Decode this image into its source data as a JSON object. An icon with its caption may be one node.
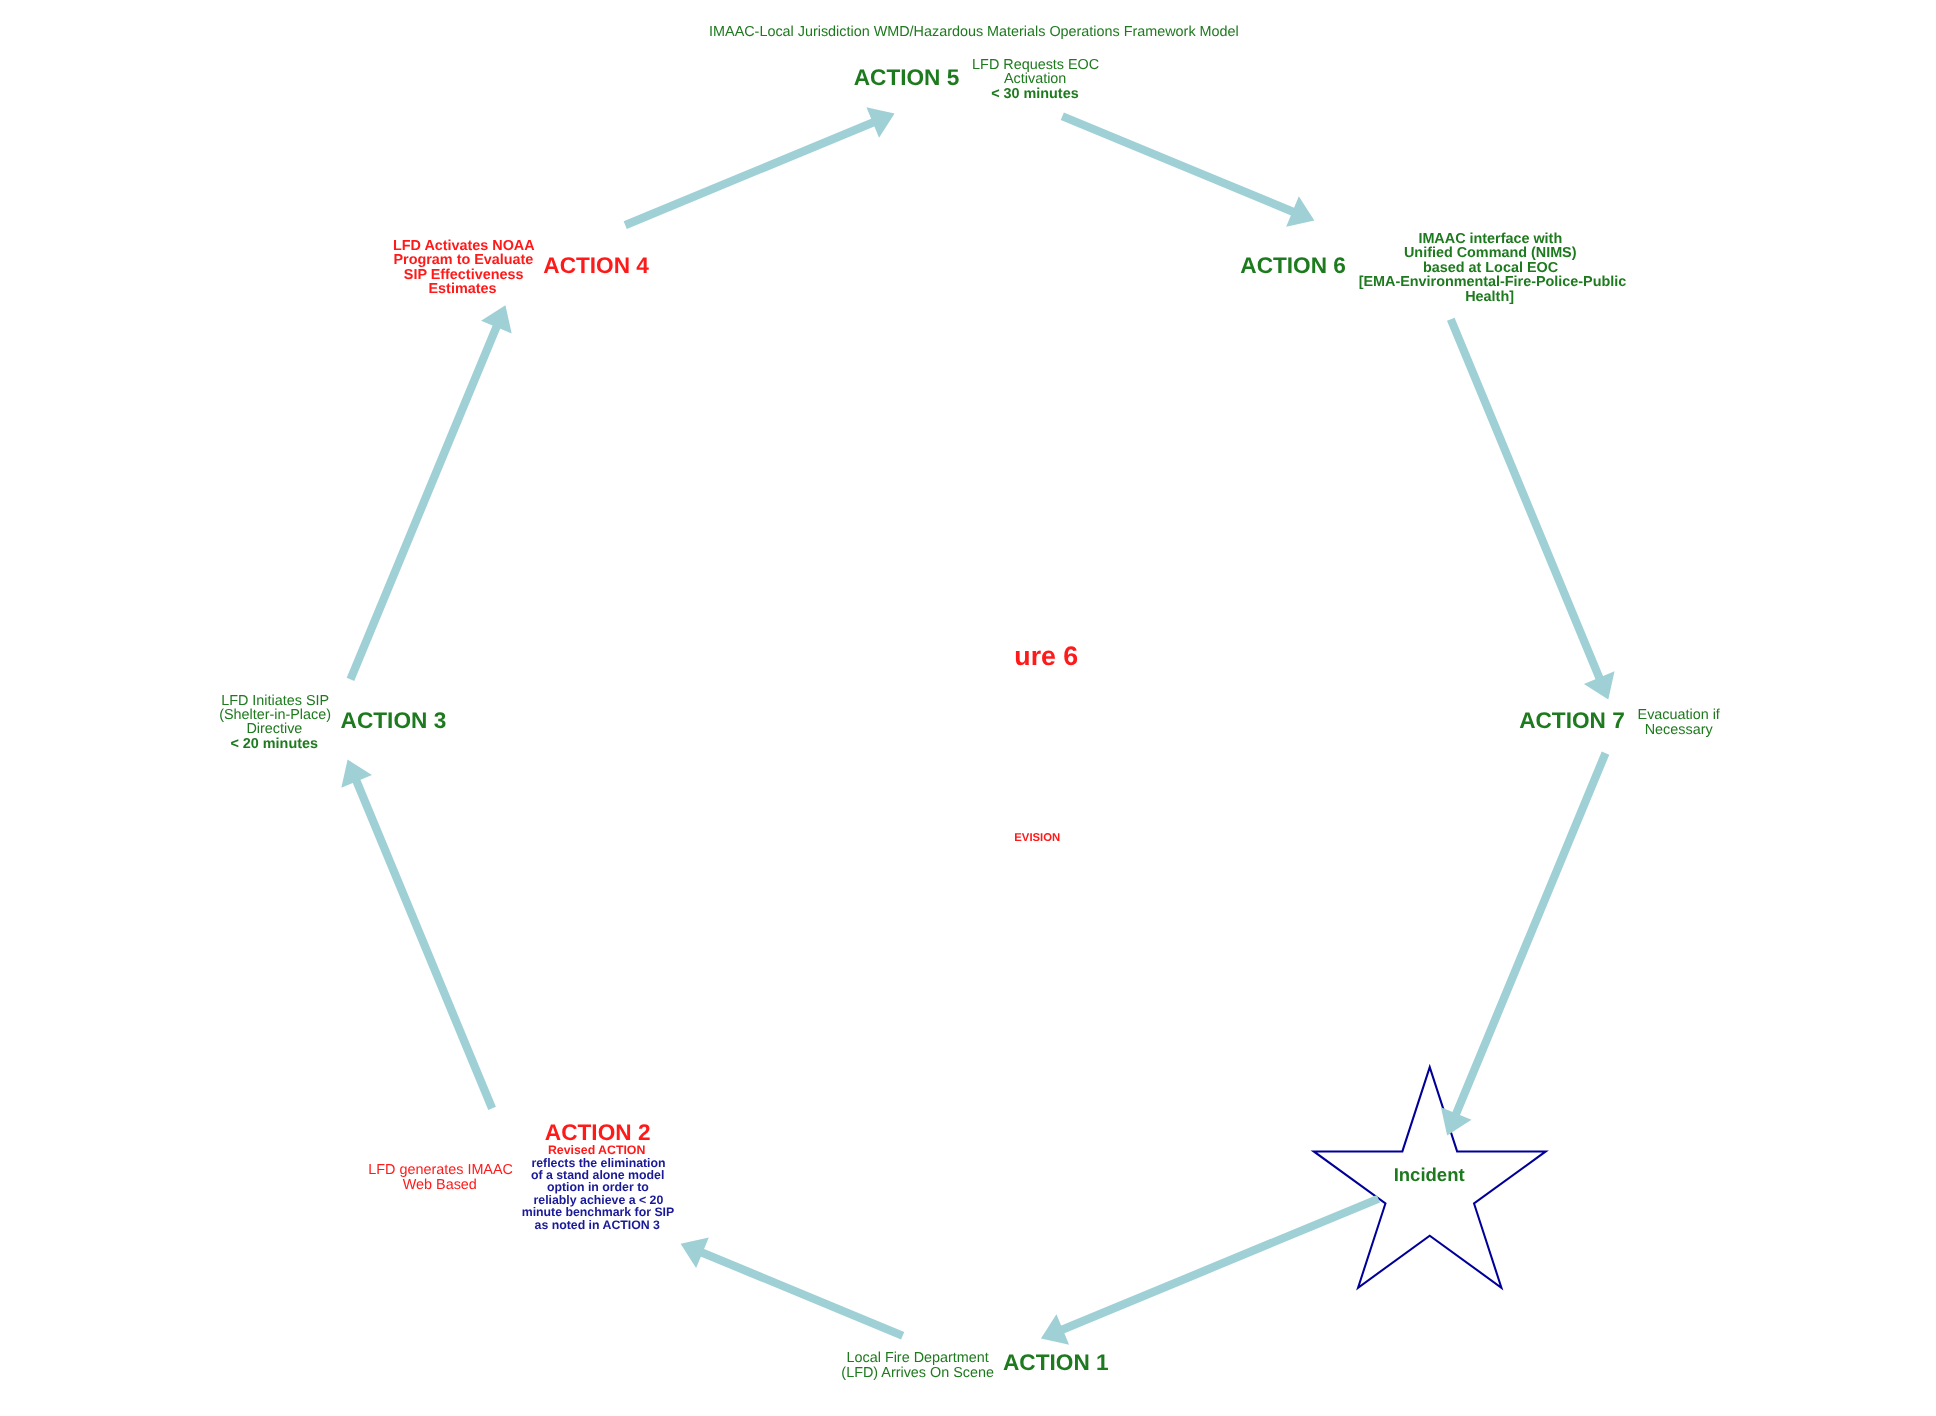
{
  "diagram": {
    "title": "IMAAC-Local Jurisdiction WMD/Hazardous Materials Operations Framework Model",
    "nodes": [
      {
        "text": [
          "Incident"
        ]
      },
      {
        "text": [
          "Local Fire Department (LFD) Arrives On Scene"
        ],
        "beside": [
          "ACTION 1"
        ]
      },
      {
        "text": [
          "LFD generates IMAAC Web Based"
        ],
        "beside": [
          "ACTION 2",
          "Revised ACTION",
          "reflects the elimination of a stand alone model option in order to reliably achieve a < 20 minute benchmark for SIP as noted in ACTION 3"
        ]
      },
      {
        "text": [
          "LFD Initiates SIP (Shelter-in-Place) Directive",
          "< 20 minutes"
        ],
        "beside": [
          "ACTION 3"
        ]
      },
      {
        "text": [
          "LFD Activates NOAA Program to Evaluate SIP Effectiveness Estimates"
        ],
        "beside": [
          "ACTION 4"
        ]
      },
      {
        "text": [
          "LFD Requests EOC Activation",
          "< 30 minutes"
        ],
        "beside": [
          "ACTION 5"
        ]
      },
      {
        "text": [
          "IMAAC interface with Unified Command (NIMS) based at Local EOC [EMA-Environmental-Fire-Police-Public Health]"
        ],
        "beside": [
          "ACTION 6"
        ]
      },
      {
        "text": [
          "Evacuation if Necessary"
        ],
        "beside": [
          "ACTION 7"
        ]
      }
    ],
    "edges": [
      {
        "from": 0,
        "to": 1,
        "arrow": "to"
      },
      {
        "from": 1,
        "to": 2,
        "arrow": "to"
      },
      {
        "from": 2,
        "to": 3,
        "arrow": "to"
      },
      {
        "from": 3,
        "to": 4,
        "arrow": "to"
      },
      {
        "from": 4,
        "to": 5,
        "arrow": "to"
      },
      {
        "from": 5,
        "to": 6,
        "arrow": "to"
      },
      {
        "from": 6,
        "to": 7,
        "arrow": "to"
      },
      {
        "from": 7,
        "to": 0,
        "arrow": "to"
      }
    ],
    "labels": [
      "ure 6",
      "EVISION"
    ]
  }
}
